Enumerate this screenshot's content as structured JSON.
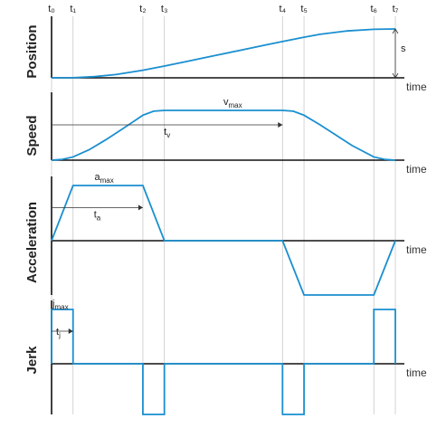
{
  "chart_data": {
    "type": "line",
    "time_markers": [
      {
        "id": "t0",
        "label": "t₀",
        "time": 0.0
      },
      {
        "id": "t1",
        "label": "t₁",
        "time": 0.4
      },
      {
        "id": "t2",
        "label": "t₂",
        "time": 1.7
      },
      {
        "id": "t3",
        "label": "t₃",
        "time": 2.1
      },
      {
        "id": "t4",
        "label": "t₄",
        "time": 4.3
      },
      {
        "id": "t5",
        "label": "t₅",
        "time": 4.7
      },
      {
        "id": "t6",
        "label": "t₆",
        "time": 6.0
      },
      {
        "id": "t7",
        "label": "t₇",
        "time": 6.4
      }
    ],
    "xlabel": "time",
    "xlim": [
      0,
      6.4
    ],
    "accent_color": "#1a8fd0",
    "panels": [
      {
        "id": "position",
        "ylabel": "Position",
        "ylim": [
          0,
          1
        ],
        "series": {
          "x": [
            0,
            0.4,
            0.8,
            1.2,
            1.7,
            2.1,
            2.5,
            3.0,
            3.5,
            4.0,
            4.3,
            4.7,
            5.0,
            5.5,
            6.0,
            6.4
          ],
          "y": [
            0.0,
            0.002,
            0.018,
            0.05,
            0.115,
            0.178,
            0.245,
            0.33,
            0.415,
            0.5,
            0.55,
            0.615,
            0.66,
            0.71,
            0.735,
            0.74
          ]
        },
        "annotations": [
          {
            "label": "s",
            "type": "vertical-span",
            "x": 6.4,
            "y_from": 0.0,
            "y_to": 0.74
          }
        ]
      },
      {
        "id": "speed",
        "ylabel": "Speed",
        "ylim": [
          0,
          1
        ],
        "series": {
          "x": [
            0,
            0.2,
            0.4,
            0.7,
            1.0,
            1.3,
            1.5,
            1.7,
            1.9,
            2.1,
            4.3,
            4.5,
            4.7,
            5.0,
            5.3,
            5.6,
            6.0,
            6.2,
            6.4
          ],
          "y": [
            0.0,
            0.01,
            0.04,
            0.13,
            0.25,
            0.38,
            0.47,
            0.56,
            0.61,
            0.62,
            0.62,
            0.61,
            0.56,
            0.44,
            0.31,
            0.18,
            0.04,
            0.01,
            0.0
          ]
        },
        "annotations": [
          {
            "label": "v",
            "sub": "max",
            "type": "level-label",
            "x": 3.2,
            "y": 0.62
          },
          {
            "label": "t",
            "sub": "v",
            "type": "duration-arrow",
            "x_from": 0.0,
            "x_to": 4.3,
            "y": 0.42
          }
        ]
      },
      {
        "id": "acceleration",
        "ylabel": "Acceleration",
        "ylim": [
          -1,
          1
        ],
        "series": {
          "x": [
            0,
            0.4,
            1.7,
            2.1,
            4.3,
            4.7,
            6.0,
            6.4
          ],
          "y": [
            0,
            1,
            1,
            0,
            0,
            -1,
            -1,
            0
          ]
        },
        "annotations": [
          {
            "label": "a",
            "sub": "max",
            "type": "level-label",
            "x": 0.8,
            "y": 1
          },
          {
            "label": "t",
            "sub": "a",
            "type": "duration-arrow",
            "x_from": 0.0,
            "x_to": 1.7,
            "y": 0.6
          }
        ]
      },
      {
        "id": "jerk",
        "ylabel": "Jerk",
        "ylim": [
          -1,
          1
        ],
        "series": {
          "x": [
            0,
            0,
            0.4,
            0.4,
            1.7,
            1.7,
            2.1,
            2.1,
            4.3,
            4.3,
            4.7,
            4.7,
            6.0,
            6.0,
            6.4,
            6.4
          ],
          "y": [
            0,
            1,
            1,
            0,
            0,
            -1,
            -1,
            0,
            0,
            -1,
            -1,
            0,
            0,
            1,
            1,
            0
          ]
        },
        "annotations": [
          {
            "label": "j",
            "sub": "max",
            "type": "level-label",
            "x": 0.0,
            "y": 1
          },
          {
            "label": "t",
            "sub": "j",
            "type": "duration-arrow",
            "x_from": 0.0,
            "x_to": 0.4,
            "y": 0.6
          }
        ]
      }
    ]
  }
}
